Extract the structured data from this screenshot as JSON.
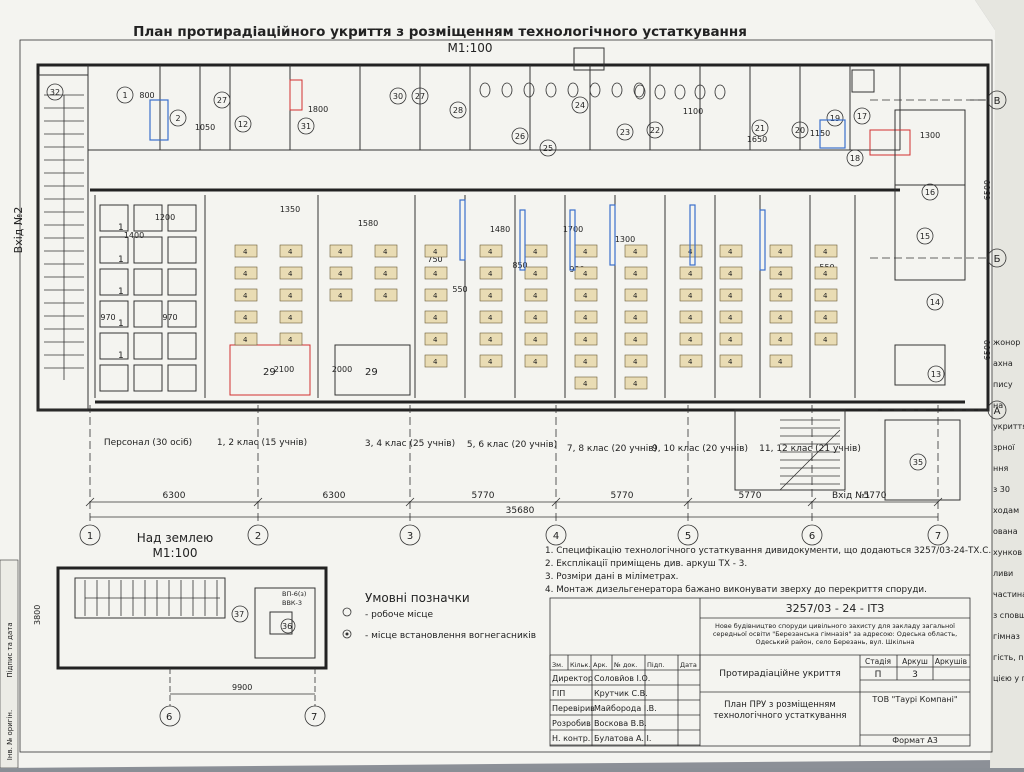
{
  "title": "План протирадіаційного укриття з розміщенням технологічного устаткування",
  "scale": "М1:100",
  "entrance_label": "Вхід №2",
  "entrance1_label": "Вхід №1",
  "room_numbers_top": [
    "32",
    "1",
    "2",
    "27",
    "12",
    "31",
    "30",
    "27",
    "28",
    "26",
    "25",
    "24",
    "23",
    "22",
    "21",
    "20",
    "19",
    "17",
    "18",
    "16",
    "15",
    "14",
    "13",
    "35"
  ],
  "dims_top": [
    "800",
    "1050",
    "1800",
    "1350",
    "1200",
    "1400",
    "1580",
    "1480",
    "1700",
    "1300",
    "1100",
    "1650",
    "1150",
    "1300",
    "970",
    "970",
    "2100",
    "2000",
    "920",
    "850",
    "550",
    "550",
    "750",
    "550",
    "6500",
    "6500"
  ],
  "class_labels": [
    {
      "text": "Персонал (30 осіб)"
    },
    {
      "text": "1, 2 клас (15 учнів)"
    },
    {
      "text": "3, 4 клас (25 учнів)"
    },
    {
      "text": "5, 6 клас (20 учнів)"
    },
    {
      "text": "7, 8 клас (20 учнів)"
    },
    {
      "text": "9, 10 клас (20 учнів)"
    },
    {
      "text": "11, 12 клас (21 учнів)"
    }
  ],
  "axis_dims": [
    "6300",
    "6300",
    "5770",
    "5770",
    "5770",
    "5770"
  ],
  "total_dim": "35680",
  "axes_bottom": [
    "1",
    "2",
    "3",
    "4",
    "5",
    "6",
    "7"
  ],
  "axes_right": [
    "В",
    "Б",
    "А"
  ],
  "above_ground_title": "Над землею",
  "above_ground_scale": "М1:100",
  "above_ground_dims": [
    "3800",
    "9900"
  ],
  "above_ground_axes": [
    "6",
    "7"
  ],
  "above_ground_rooms": [
    "37",
    "36"
  ],
  "above_ground_labels": [
    "ВП-6(з)",
    "ВВК-3"
  ],
  "legend_title": "Умовні позначки",
  "legend_items": [
    "- робоче місце",
    "- місце встановлення вогнегасників"
  ],
  "notes": [
    "1. Специфікацію технологічного устаткування дивидокументи, що додаються 3257/03-24-ТХ.С.",
    "2. Експлікації приміщень див. аркуш ТХ - 3.",
    "3. Розміри дані в міліметрах.",
    "4. Монтаж дизельгенератора бажано виконувати зверху до перекриття споруди."
  ],
  "stamp": {
    "code": "3257/03 - 24 - ІТЗ",
    "project": "Нове будівництво споруди цивільного захисту для закладу загальної середньої освіти \"Березанська гімназія\" за адресою: Одеська область, Одеський район, село Березань, вул. Шкільна",
    "object": "Протирадіаційне укриття",
    "sheet_title": "План ПРУ з розміщенням технологічного устаткування",
    "stage_h": "Стадія",
    "sheet_h": "Аркуш",
    "sheets_h": "Аркушів",
    "stage": "П",
    "sheet": "3",
    "company": "ТОВ \"Таурі Компані\"",
    "format": "Формат А3",
    "header_cols": [
      "Зм.",
      "Кільк.",
      "Арк.",
      "№ док.",
      "Підп.",
      "Дата"
    ],
    "rows": [
      {
        "role": "Директор",
        "name": "Соловйов І.О."
      },
      {
        "role": "ГІП",
        "name": "Крутчик С.В."
      },
      {
        "role": "Перевірив",
        "name": "Майборода І.В."
      },
      {
        "role": "Розробив",
        "name": "Воскова В.В."
      },
      {
        "role": "Н. контр.",
        "name": "Булатова А. І."
      }
    ]
  },
  "margin_text": [
    "Підпис та дата",
    "Інв. № оригін."
  ],
  "right_paper_text": [
    "жонор",
    "ахна",
    "пису",
    "на",
    "укриття",
    "зрної",
    "ння",
    "з 30",
    "ходам",
    "ована",
    "хунков",
    "ливи",
    "частина",
    "з сповщ",
    "гімназ",
    "гість, пол",
    "цією у по"
  ]
}
